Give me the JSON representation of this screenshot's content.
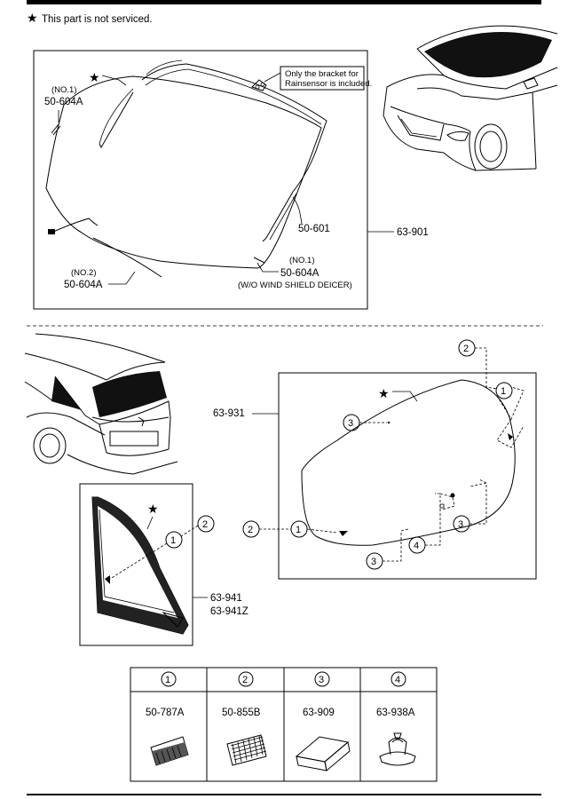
{
  "header": {
    "note_star": "★",
    "note_text": "This part is not serviced."
  },
  "front_windshield": {
    "star": "★",
    "part_group": "63-901",
    "moulding": "50-601",
    "dam_no1_tag": "(NO.1)",
    "dam_no1_part": "50-604A",
    "dam_no2_tag": "(NO.2)",
    "dam_no2_part": "50-604A",
    "dam_no1b_tag": "(NO.1)",
    "dam_no1b_part": "50-604A",
    "dam_no1b_note": "(W/O WIND SHIELD DEICER)",
    "callout_line1": "Only the bracket for",
    "callout_line2": "Rainsensor is included."
  },
  "rear_window": {
    "star": "★",
    "part": "63-931",
    "callouts": [
      "2",
      "1",
      "3",
      "2",
      "1",
      "3",
      "4",
      "3"
    ]
  },
  "quarter_window": {
    "star": "★",
    "part": "63-941",
    "part_z": "63-941Z",
    "callouts": [
      "1",
      "2"
    ]
  },
  "legend": {
    "columns": [
      {
        "num": "1",
        "part": "50-787A",
        "icon": "wedge-spacer-icon"
      },
      {
        "num": "2",
        "part": "50-855B",
        "icon": "mesh-tape-icon"
      },
      {
        "num": "3",
        "part": "63-909",
        "icon": "rubber-block-icon"
      },
      {
        "num": "4",
        "part": "63-938A",
        "icon": "clip-icon"
      }
    ]
  }
}
